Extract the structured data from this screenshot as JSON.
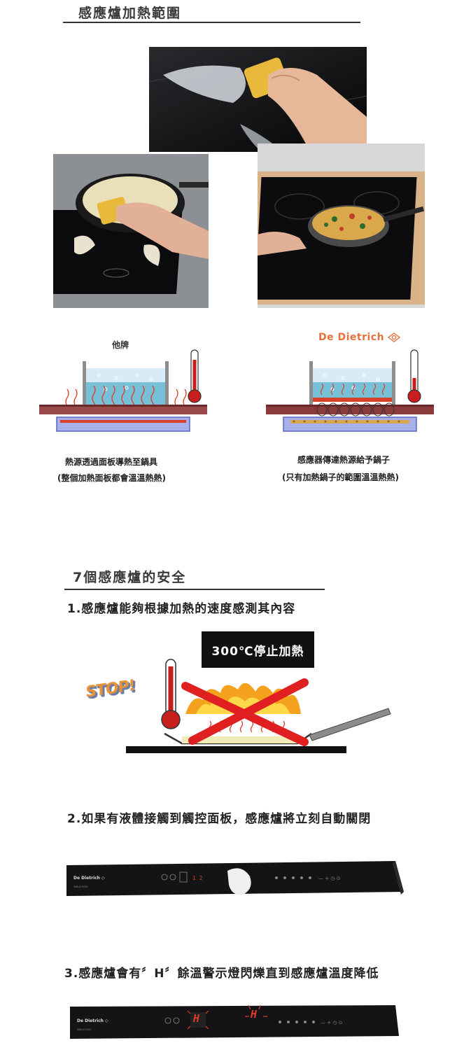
{
  "section1": {
    "heading": "感應爐加熱範圍"
  },
  "comparison": {
    "left_label": "他牌",
    "brand_name": "De Dietrich",
    "left_caption_line1": "熱源透過面板導熱至鍋具",
    "left_caption_line2": "(整個加熱面板都會溫溫熱熱)",
    "right_caption_line1": "感應器傳達熱源給予鍋子",
    "right_caption_line2": "(只有加熱鍋子的範圍溫溫熱熱)"
  },
  "section2": {
    "heading": "7個感應爐的安全",
    "item1": "1.感應爐能夠根據加熱的速度感測其內容",
    "temp_box": "300℃停止加熱",
    "stop_text": "STOP!",
    "item2": "2.如果有液體接觸到觸控面板，感應爐將立刻自動關閉",
    "item3": "3.感應爐會有〞H〞餘溫警示燈閃爍直到感應爐溫度降低",
    "panel_brand": "De Dietrich",
    "panel_display": "H"
  },
  "colors": {
    "heading_rule": "#333333",
    "brand_orange": "#e8703a",
    "panel_black": "#111111",
    "display_red": "#e23b2b"
  }
}
